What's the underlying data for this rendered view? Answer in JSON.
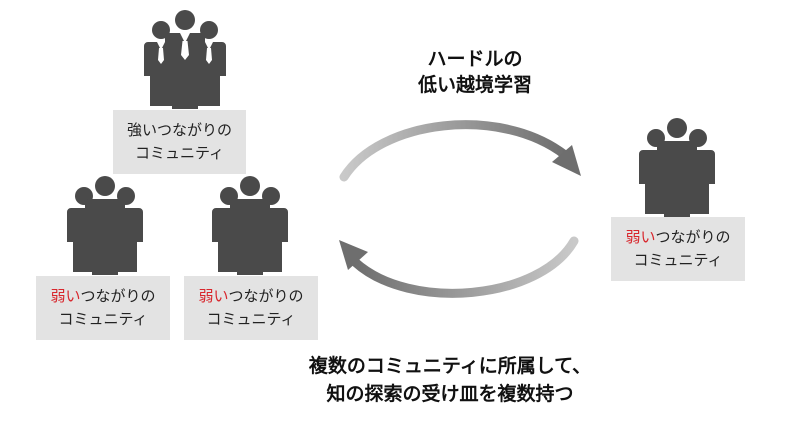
{
  "colors": {
    "accent": "#d8262c",
    "box_bg": "#e3e3e3",
    "people": "#4a4a4a",
    "arrow": "#8a8a8a"
  },
  "top_caption": {
    "line1": "ハードルの",
    "line2": "低い越境学習"
  },
  "bottom_caption": {
    "line1": "複数のコミュニティに所属して、",
    "line2": "知の探索の受け皿を複数持つ"
  },
  "communities": {
    "strong": {
      "line1": "強いつながりの",
      "line2": "コミュニティ",
      "icon": "business-people-icon"
    },
    "weak_left": {
      "hl": "弱い",
      "rest": "つながりの",
      "line2": "コミュニティ",
      "icon": "people-group-icon"
    },
    "weak_middle": {
      "hl": "弱い",
      "rest": "つながりの",
      "line2": "コミュニティ",
      "icon": "people-group-icon"
    },
    "weak_right": {
      "hl": "弱い",
      "rest": "つながりの",
      "line2": "コミュニティ",
      "icon": "people-group-icon"
    }
  }
}
